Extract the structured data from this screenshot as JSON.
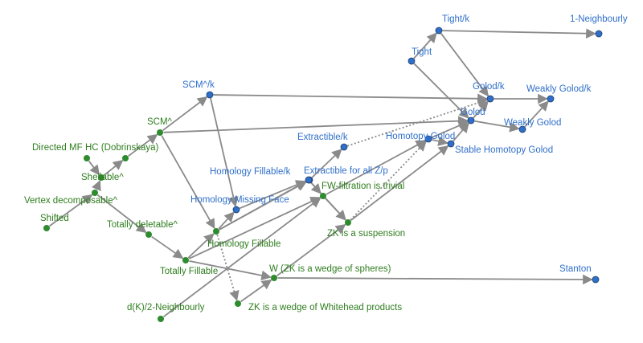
{
  "colors": {
    "blue_node": "#2f6fc9",
    "blue_text": "#2f6fc9",
    "green_node": "#2e8b2e",
    "green_text": "#2e7d1e",
    "edge": "#8a8a8a"
  },
  "nodes": [
    {
      "id": "tight_k",
      "label": "Tight/k",
      "group": "blue"
    },
    {
      "id": "one_neighbourly",
      "label": "1-Neighbourly",
      "group": "blue"
    },
    {
      "id": "tight",
      "label": "Tight",
      "group": "blue"
    },
    {
      "id": "golod_k",
      "label": "Golod/k",
      "group": "blue"
    },
    {
      "id": "weakly_golod_k",
      "label": "Weakly Golod/k",
      "group": "blue"
    },
    {
      "id": "scm_k",
      "label": "SCM^/k",
      "group": "blue"
    },
    {
      "id": "golod",
      "label": "Golod",
      "group": "blue"
    },
    {
      "id": "weakly_golod",
      "label": "Weakly Golod",
      "group": "blue"
    },
    {
      "id": "homotopy_golod",
      "label": "Homotopy Golod",
      "group": "blue"
    },
    {
      "id": "stable_homotopy_golod",
      "label": "Stable Homotopy Golod",
      "group": "blue"
    },
    {
      "id": "extractible_k",
      "label": "Extractible/k",
      "group": "blue"
    },
    {
      "id": "homology_fillable_k",
      "label": "Homology Fillable/k",
      "group": "blue"
    },
    {
      "id": "extractible_all",
      "label": "Extractible for all Z/p",
      "group": "blue"
    },
    {
      "id": "homology_missing_face",
      "label": "Homology Missing Face",
      "group": "blue"
    },
    {
      "id": "stanton",
      "label": "Stanton",
      "group": "blue"
    },
    {
      "id": "scm",
      "label": "SCM^",
      "group": "green"
    },
    {
      "id": "directed_mf",
      "label": "Directed MF",
      "group": "green"
    },
    {
      "id": "hc",
      "label": "HC (Dobrinskaya)",
      "group": "green"
    },
    {
      "id": "shellable",
      "label": "Shellable^",
      "group": "green"
    },
    {
      "id": "vertex_decomposable",
      "label": "Vertex decomposable^",
      "group": "green"
    },
    {
      "id": "shifted",
      "label": "Shifted",
      "group": "green"
    },
    {
      "id": "totally_deletable",
      "label": "Totally deletable^",
      "group": "green"
    },
    {
      "id": "fw_filtration",
      "label": "FW-filtration is trivial",
      "group": "green"
    },
    {
      "id": "homology_fillable",
      "label": "Homology Fillable",
      "group": "green"
    },
    {
      "id": "zk_suspension",
      "label": "ZK is a suspension",
      "group": "green"
    },
    {
      "id": "totally_fillable",
      "label": "Totally Fillable",
      "group": "green"
    },
    {
      "id": "w_wedge",
      "label": "W (ZK is a wedge of spheres)",
      "group": "green"
    },
    {
      "id": "dk2_neighbourly",
      "label": "d(K)/2-Neighbourly",
      "group": "green"
    },
    {
      "id": "zk_whitehead",
      "label": "ZK is a wedge of Whitehead products",
      "group": "green"
    }
  ],
  "edges": [
    {
      "from": "tight",
      "to": "tight_k"
    },
    {
      "from": "tight_k",
      "to": "one_neighbourly"
    },
    {
      "from": "tight_k",
      "to": "golod_k"
    },
    {
      "from": "tight",
      "to": "golod"
    },
    {
      "from": "golod_k",
      "to": "weakly_golod_k"
    },
    {
      "from": "golod",
      "to": "golod_k"
    },
    {
      "from": "golod",
      "to": "weakly_golod"
    },
    {
      "from": "weakly_golod",
      "to": "weakly_golod_k"
    },
    {
      "from": "scm",
      "to": "scm_k"
    },
    {
      "from": "scm_k",
      "to": "golod_k"
    },
    {
      "from": "scm",
      "to": "golod"
    },
    {
      "from": "scm_k",
      "to": "homology_missing_face"
    },
    {
      "from": "scm",
      "to": "homology_fillable"
    },
    {
      "from": "hc",
      "to": "scm"
    },
    {
      "from": "shellable",
      "to": "hc"
    },
    {
      "from": "directed_mf",
      "to": "shellable"
    },
    {
      "from": "vertex_decomposable",
      "to": "shellable"
    },
    {
      "from": "shifted",
      "to": "vertex_decomposable"
    },
    {
      "from": "vertex_decomposable",
      "to": "totally_deletable"
    },
    {
      "from": "totally_deletable",
      "to": "totally_fillable"
    },
    {
      "from": "totally_fillable",
      "to": "homology_fillable"
    },
    {
      "from": "totally_fillable",
      "to": "fw_filtration"
    },
    {
      "from": "totally_fillable",
      "to": "w_wedge"
    },
    {
      "from": "homology_fillable",
      "to": "homology_fillable_k"
    },
    {
      "from": "homology_fillable",
      "to": "extractible_all"
    },
    {
      "from": "homology_fillable",
      "to": "homology_missing_face"
    },
    {
      "from": "homology_fillable_k",
      "to": "extractible_k"
    },
    {
      "from": "homology_missing_face",
      "to": "extractible_all"
    },
    {
      "from": "extractible_all",
      "to": "fw_filtration"
    },
    {
      "from": "extractible_all",
      "to": "zk_suspension"
    },
    {
      "from": "fw_filtration",
      "to": "homotopy_golod"
    },
    {
      "from": "fw_filtration",
      "to": "zk_suspension"
    },
    {
      "from": "homotopy_golod",
      "to": "golod"
    },
    {
      "from": "homotopy_golod",
      "to": "stable_homotopy_golod"
    },
    {
      "from": "zk_suspension",
      "to": "stable_homotopy_golod"
    },
    {
      "from": "w_wedge",
      "to": "zk_suspension"
    },
    {
      "from": "w_wedge",
      "to": "stanton"
    },
    {
      "from": "dk2_neighbourly",
      "to": "fw_filtration"
    },
    {
      "from": "zk_whitehead",
      "to": "w_wedge"
    },
    {
      "from": "extractible_k",
      "to": "golod_k",
      "style": "dotted"
    },
    {
      "from": "zk_suspension",
      "to": "homotopy_golod",
      "style": "dotted"
    },
    {
      "from": "homology_fillable",
      "to": "zk_whitehead",
      "style": "dotted"
    },
    {
      "from": "stable_homotopy_golod",
      "to": "golod"
    }
  ]
}
